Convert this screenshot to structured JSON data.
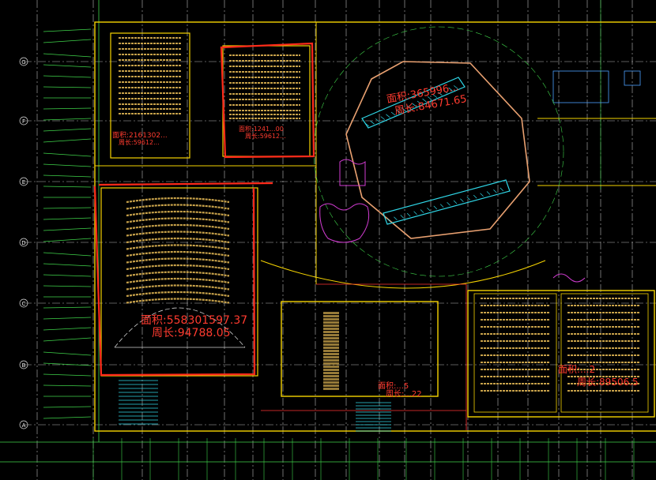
{
  "drawing": {
    "grid_rows": [
      "G",
      "F",
      "E",
      "D",
      "C",
      "B",
      "A"
    ],
    "halls": {
      "upper_left": {
        "area_label": "面积:2161302...",
        "perimeter_label": "周长:59612..."
      },
      "upper_middle": {
        "area_label": "面积:1241...00",
        "perimeter_label": "周长:59612..."
      },
      "lobby_circle": {
        "area_label": "面积:365996...",
        "perimeter_label": "周长:84671.65"
      },
      "large_hall": {
        "area_label": "面积:558301597.37",
        "perimeter_label": "周长:94788.05"
      },
      "lower_middle": {
        "area_label": "面积:...5",
        "perimeter_label": "周长:...22"
      },
      "lower_right": {
        "area_label": "面积:...2",
        "perimeter_label": "周长:89506.5"
      }
    },
    "colors": {
      "background": "#000000",
      "grid": "#b8b8b8",
      "wall_yellow": "#f5d300",
      "seat_orange": "#c8a24a",
      "markup_red": "#ff2a1a",
      "stair_cyan": "#2fd6e6",
      "dimension_green": "#3fd34a",
      "leader_magenta": "#d23cd2",
      "ellipse_orange": "#e8a070"
    }
  }
}
